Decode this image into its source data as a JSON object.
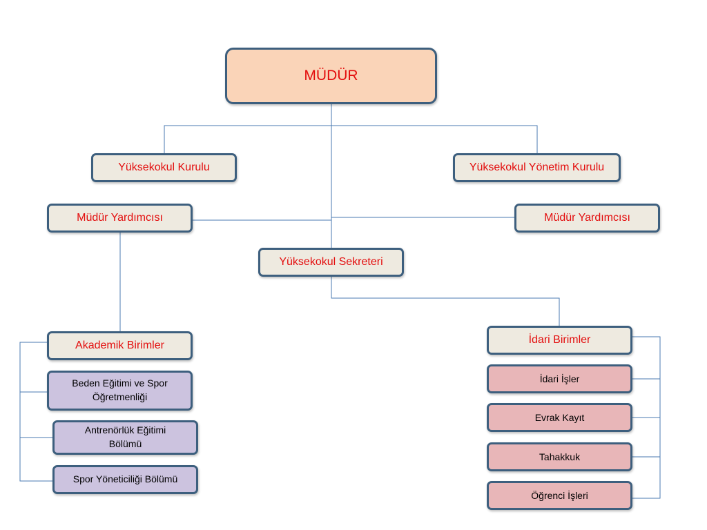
{
  "nodes": {
    "director": "MÜDÜR",
    "school_board": "Yüksekokul Kurulu",
    "executive_board": "Yüksekokul Yönetim Kurulu",
    "vice_director_left": "Müdür Yardımcısı",
    "vice_director_right": "Müdür Yardımcısı",
    "secretary": "Yüksekokul Sekreteri",
    "academic_units": "Akademik Birimler",
    "administrative_units": "İdari Birimler"
  },
  "academic_departments": [
    "Beden Eğitimi ve Spor Öğretmenliği",
    "Antrenörlük Eğitimi Bölümü",
    "Spor Yöneticiliği Bölümü"
  ],
  "administrative_offices": [
    "İdari İşler",
    "Evrak Kayıt",
    "Tahakkuk",
    "Öğrenci İşleri"
  ],
  "colors": {
    "connector": "#4a7ab0",
    "border": "#3d5f7e",
    "root_fill": "#fad4b8",
    "beige_fill": "#eeeae0",
    "purple_fill": "#ccc3df",
    "pink_fill": "#e8b6b8",
    "red_text": "#e30d0d"
  }
}
